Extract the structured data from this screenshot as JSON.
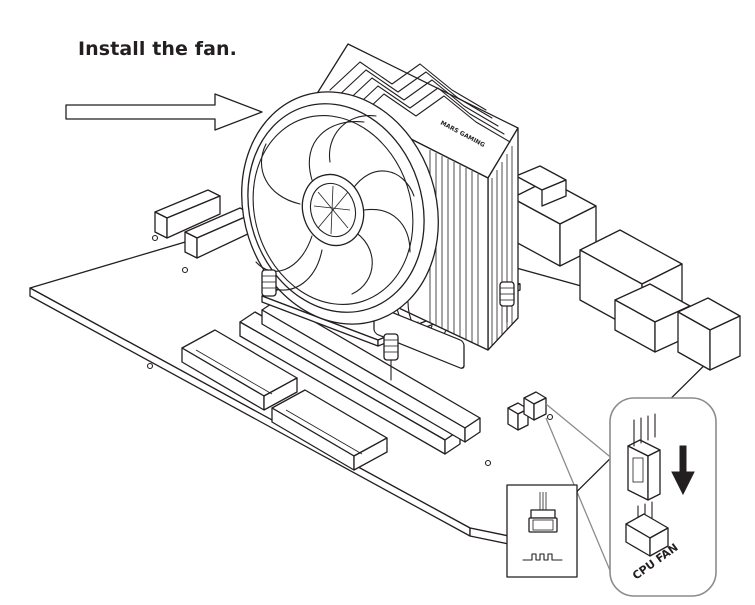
{
  "title": "Install the fan.",
  "heatsink_brand": "MARS GAMING",
  "header_label": "CPU FAN",
  "colors": {
    "line": "#231f20",
    "callout_border": "#8c8c8c",
    "background": "#ffffff"
  },
  "icons": [
    "install-direction-arrow",
    "push-down-arrow",
    "fan-connector-icon"
  ]
}
